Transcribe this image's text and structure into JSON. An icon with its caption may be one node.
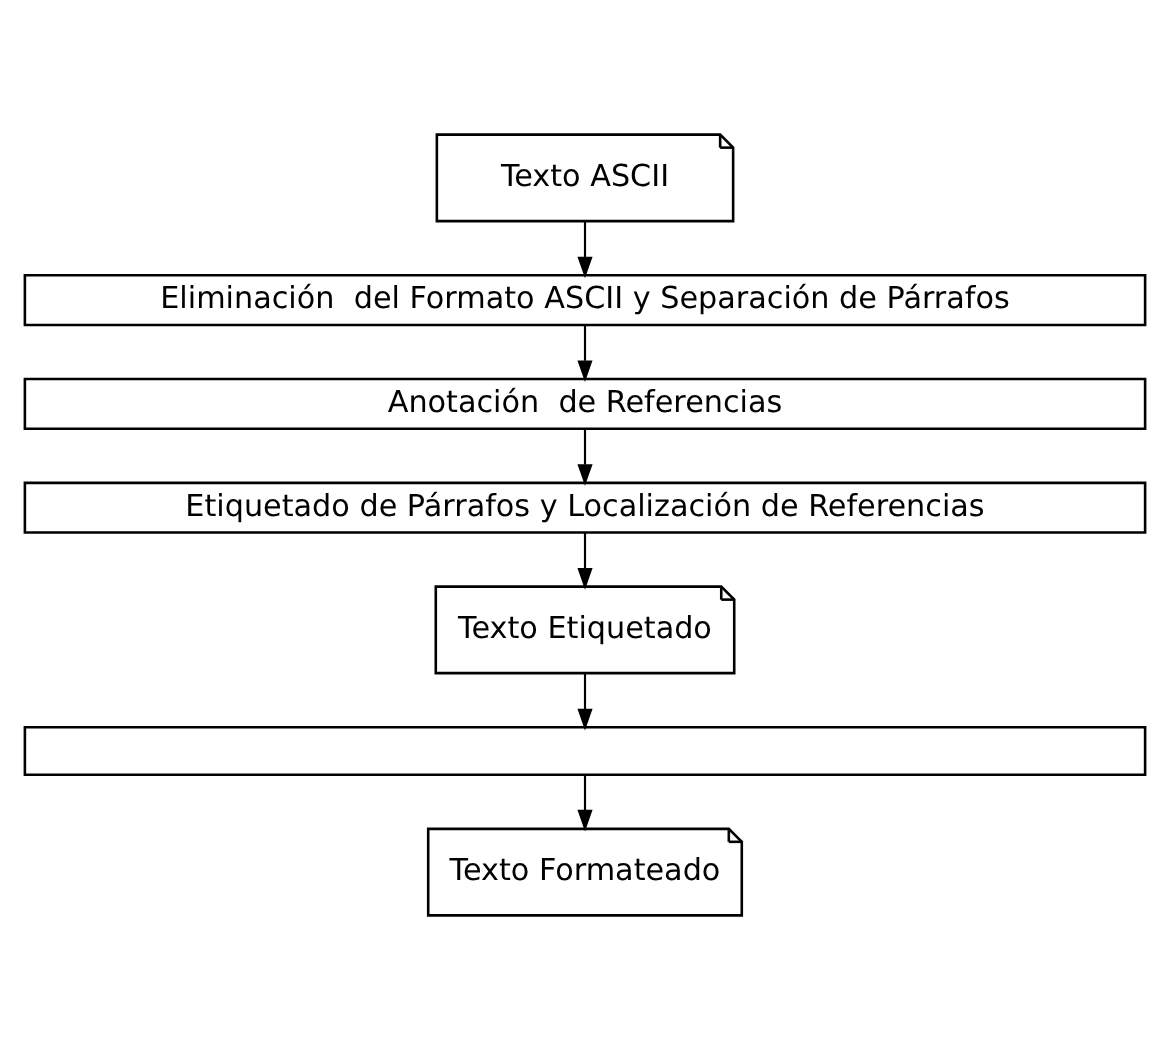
{
  "diagram": {
    "nodes": [
      {
        "text": [
          "Texto ASCII"
        ]
      },
      {
        "text": [
          "Eliminación  del Formato ASCII y Separación de Párrafos"
        ]
      },
      {
        "text": [
          "Anotación  de Referencias"
        ]
      },
      {
        "text": [
          "Etiquetado de Párrafos y Localización de Referencias"
        ]
      },
      {
        "text": [
          "Texto Etiquetado"
        ]
      },
      {
        "text": [],
        "shape": "box"
      },
      {
        "text": [
          "Texto Formateado"
        ]
      }
    ],
    "edges": [
      {
        "from": 0,
        "to": 1,
        "arrow": "to"
      },
      {
        "from": 1,
        "to": 2,
        "arrow": "to"
      },
      {
        "from": 2,
        "to": 3,
        "arrow": "to"
      },
      {
        "from": 3,
        "to": 4,
        "arrow": "to"
      },
      {
        "from": 4,
        "to": 5,
        "arrow": "to"
      },
      {
        "from": 5,
        "to": 6,
        "arrow": "to"
      }
    ]
  }
}
